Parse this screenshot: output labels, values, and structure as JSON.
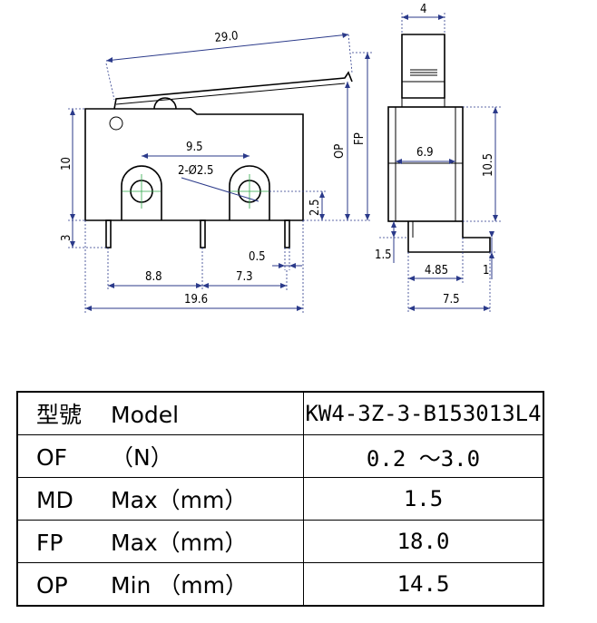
{
  "drawing": {
    "front": {
      "lever_length": "29.0",
      "op_label": "OP",
      "fp_label": "FP",
      "body_height": "10",
      "hole_spacing": "9.5",
      "hole_dia": "2-Ø2.5",
      "hole_height": "2.5",
      "terminal_length": "3",
      "terminal_thickness": "0.5",
      "left_pitch": "8.8",
      "right_pitch": "7.3",
      "body_length": "19.6"
    },
    "side": {
      "top_width": "4",
      "inner_width": "6.9",
      "body_height": "10.5",
      "terminal_offset": "1.5",
      "terminal_pos": "4.85",
      "terminal_thick": "1",
      "total_width": "7.5"
    }
  },
  "table": {
    "rows": [
      {
        "label1": "型號",
        "label2": "Model",
        "value": "KW4-3Z-3-B153013L4"
      },
      {
        "label1": "OF",
        "label2": "（N）",
        "value": "0.2 ～3.0"
      },
      {
        "label1": "MD",
        "label2": "Max（mm）",
        "value": "1.5"
      },
      {
        "label1": "FP",
        "label2": "Max（mm）",
        "value": "18.0"
      },
      {
        "label1": "OP",
        "label2": "Min （mm）",
        "value": "14.5"
      }
    ]
  }
}
